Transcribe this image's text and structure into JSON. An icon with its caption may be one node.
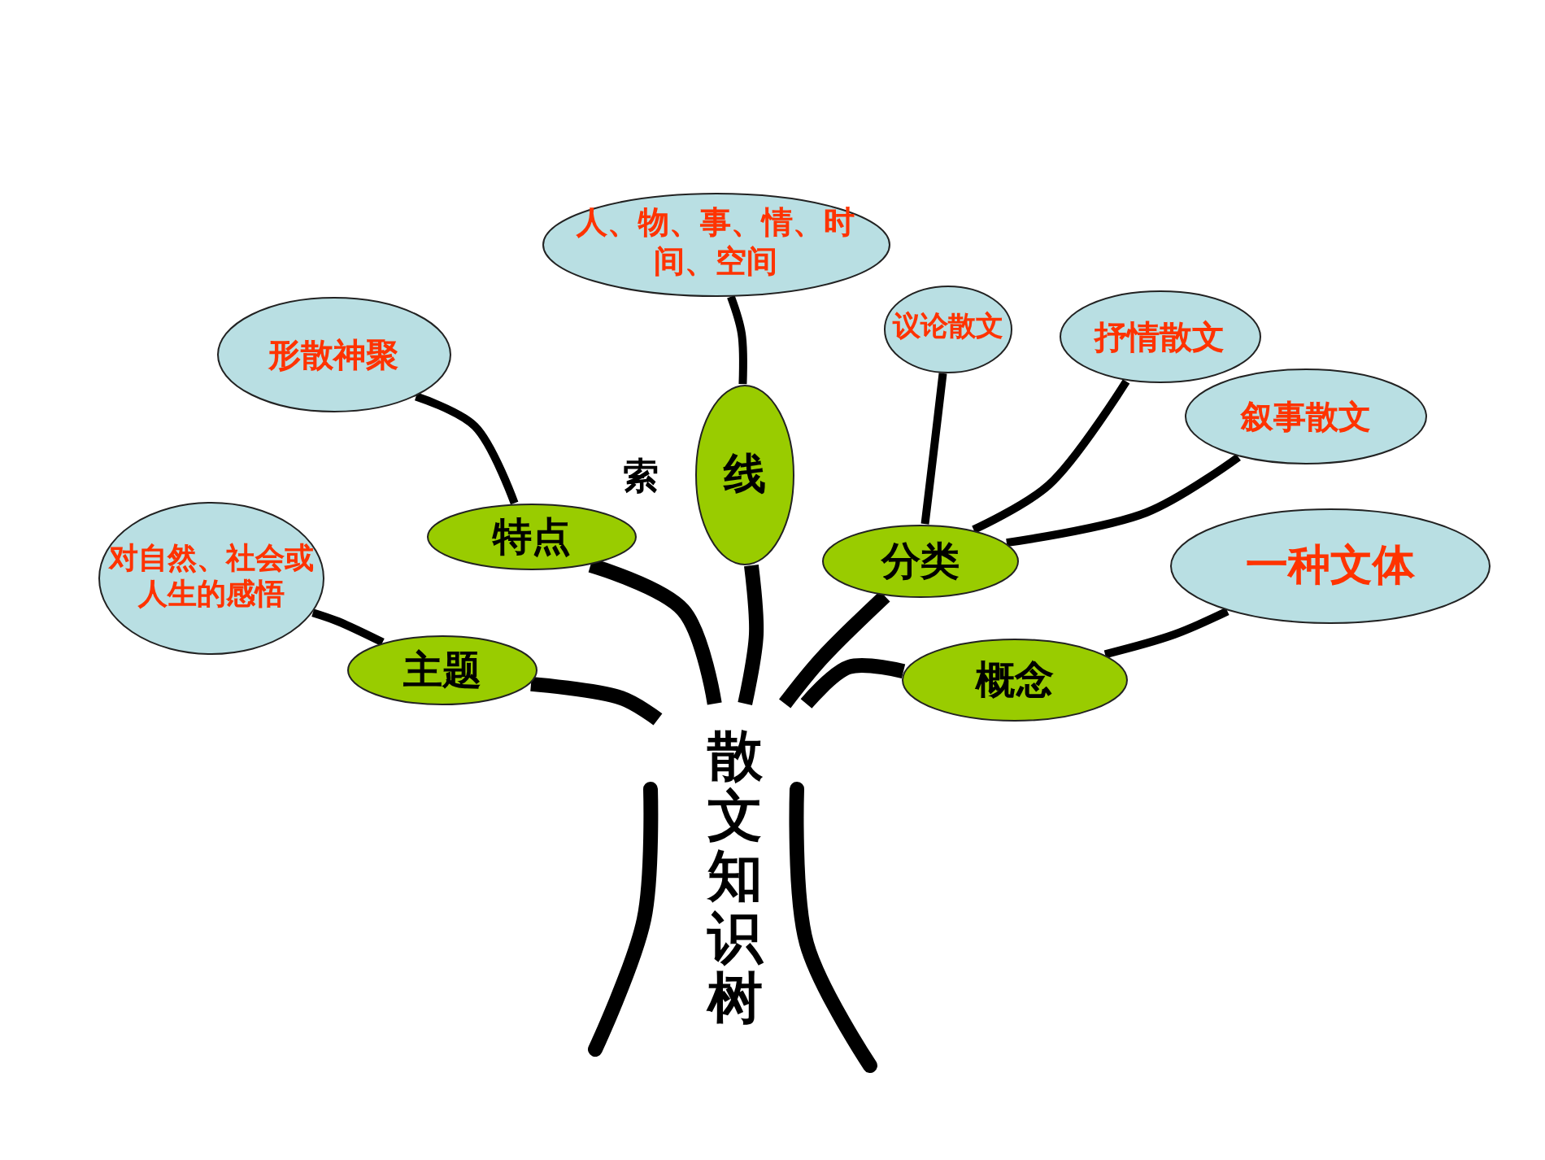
{
  "diagram": {
    "nodes": [
      {
        "text": [
          "散文知识树"
        ]
      },
      {
        "text": [
          "主题"
        ]
      },
      {
        "text": [
          "对自然、社会或人生的感悟"
        ]
      },
      {
        "text": [
          "特点"
        ]
      },
      {
        "text": [
          "形散神聚"
        ]
      },
      {
        "text": [
          "索",
          "线"
        ]
      },
      {
        "text": [
          "人、物、事、情、时间、空间"
        ]
      },
      {
        "text": [
          "分类"
        ]
      },
      {
        "text": [
          "议论散文"
        ]
      },
      {
        "text": [
          "抒情散文"
        ]
      },
      {
        "text": [
          "叙事散文"
        ]
      },
      {
        "text": [
          "概念"
        ]
      },
      {
        "text": [
          "一种文体"
        ]
      }
    ],
    "edges": [
      {
        "from": 0,
        "to": 1,
        "arrow": "none",
        "style": "thick"
      },
      {
        "from": 0,
        "to": 3,
        "arrow": "none",
        "style": "thick"
      },
      {
        "from": 0,
        "to": 5,
        "arrow": "none",
        "style": "thick"
      },
      {
        "from": 0,
        "to": 7,
        "arrow": "none",
        "style": "thick"
      },
      {
        "from": 0,
        "to": 11,
        "arrow": "none",
        "style": "thick"
      },
      {
        "from": 1,
        "to": 2,
        "arrow": "none"
      },
      {
        "from": 3,
        "to": 4,
        "arrow": "none"
      },
      {
        "from": 5,
        "to": 6,
        "arrow": "none"
      },
      {
        "from": 7,
        "to": 8,
        "arrow": "none"
      },
      {
        "from": 7,
        "to": 9,
        "arrow": "none"
      },
      {
        "from": 7,
        "to": 10,
        "arrow": "none"
      },
      {
        "from": 11,
        "to": 12,
        "arrow": "none"
      }
    ]
  }
}
